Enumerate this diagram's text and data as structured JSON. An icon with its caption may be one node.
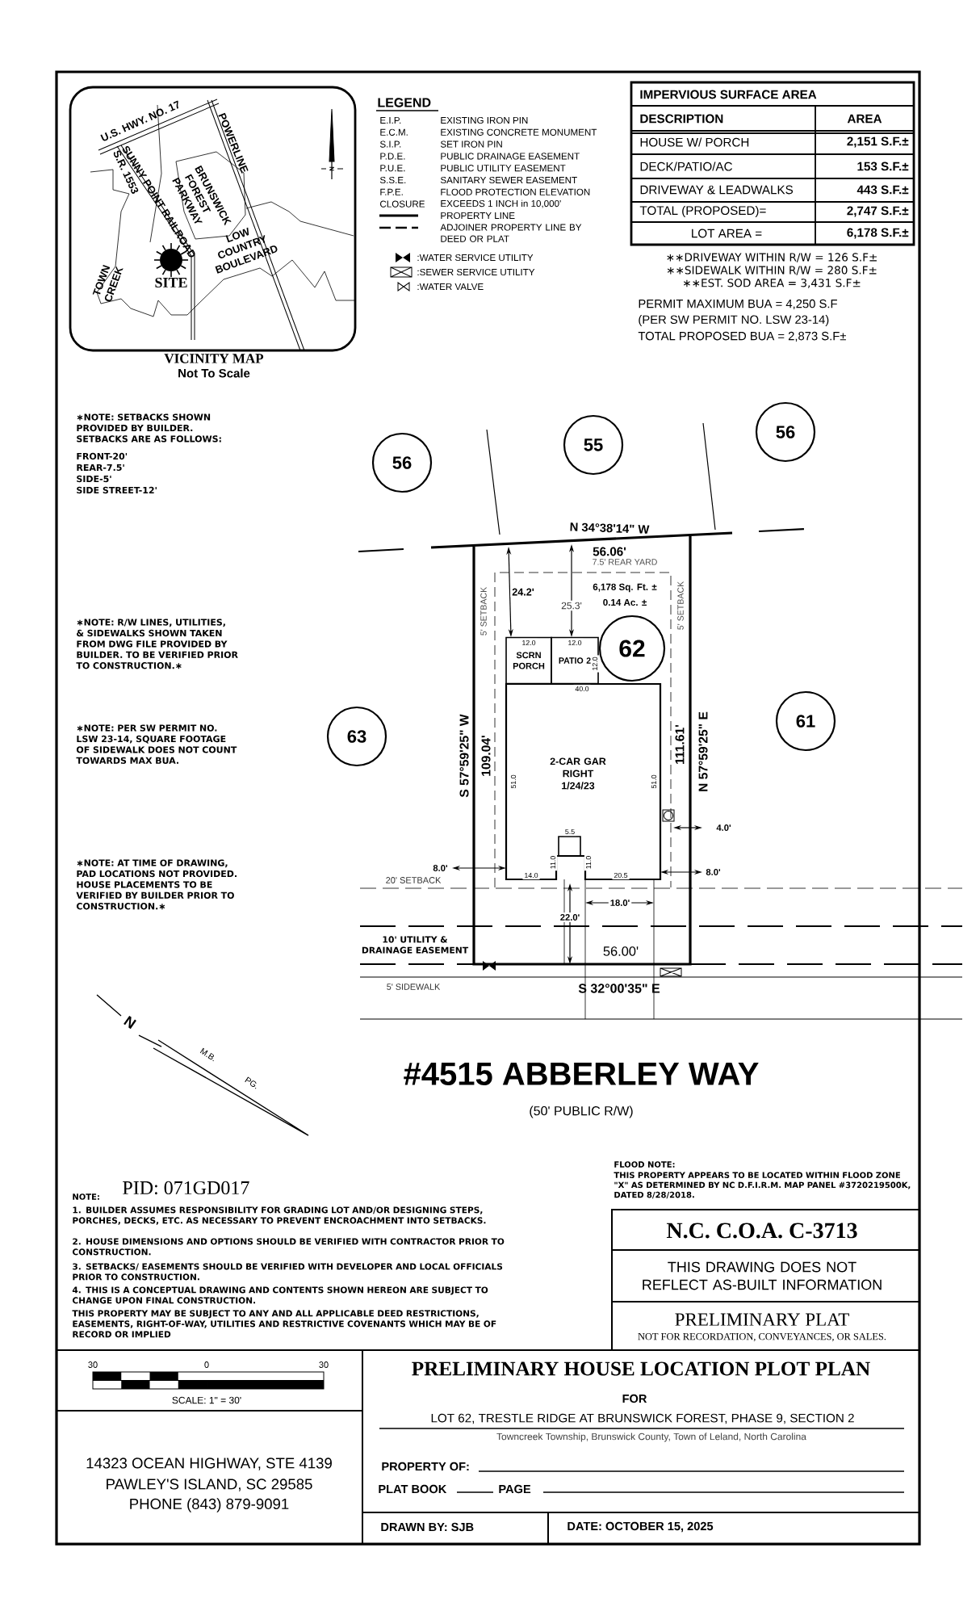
{
  "diagram": {
    "title": "PRELIMINARY HOUSE LOCATION PLOT PLAN",
    "nodes": [
      {
        "text": [
          "56"
        ]
      },
      {
        "text": [
          "55"
        ]
      },
      {
        "text": [
          "56"
        ]
      },
      {
        "text": [
          "62"
        ]
      },
      {
        "text": [
          "SCRN PORCH"
        ]
      },
      {
        "text": [
          "PATIO 2"
        ]
      },
      {
        "text": [
          "63"
        ]
      },
      {
        "text": [
          "61"
        ]
      },
      {
        "text": [
          "2-CAR GAR RIGHT 1/24/23"
        ]
      }
    ],
    "labels": [
      "U.S. HWY. NO. 17",
      "POWERLINE",
      "S.R. 1553",
      "SUNNY POINT RAILROAD",
      "BRUNSWICK FOREST PARKWAY",
      "LOW COUNTRY BOULEVARD",
      "SITE",
      "TOWN CREEK",
      "N",
      "VICINITY MAP",
      "Not To Scale",
      "LEGEND",
      "E.I.P.",
      "EXISTING IRON PIN",
      "E.C.M.",
      "EXISTING CONCRETE MONUMENT",
      "S.I.P.",
      "SET IRON PIN",
      "P.D.E.",
      "PUBLIC DRAINAGE EASEMENT",
      "P.U.E.",
      "PUBLIC UTILITY EASEMENT",
      "S.S.E.",
      "SANITARY SEWER EASEMENT",
      "F.P.E.",
      "FLOOD PROTECTION ELEVATION",
      "CLOSURE",
      "EXCEEDS 1 INCH in 10,000'",
      "IMPERVIOUS SURFACE AREA",
      "DESCRIPTION",
      "AREA",
      "HOUSE W/ PORCH",
      "2,151 S.F.±",
      "DECK/PATIO/AC",
      "153 S.F.±",
      "DRIVEWAY & LEADWALKS",
      "443 S.F.±",
      "TOTAL (PROPOSED)=",
      "2,747 S.F.±",
      "LOT AREA =",
      "6,178 S.F.±",
      "∗∗DRIVEWAY WITHIN R/W = 126 S.F±",
      "∗∗SIDEWALK WITHIN R/W = 280 S.F±",
      "∗∗EST. SOD AREA = 3,431 S.F±",
      "PERMIT MAXIMUM BUA = 4,250 S.F",
      "(PER SW PERMIT NO. LSW 23-14)",
      "TOTAL PROPOSED BUA = 2,873 S.F±",
      "∗NOTE: SETBACKS SHOWN PROVIDED BY BUILDER. SETBACKS ARE AS FOLLOWS:",
      "FRONT-20'",
      "REAR-7.5'",
      "SIDE-5'",
      "SIDE STREET-12'",
      "∗NOTE: R/W LINES, UTILITIES, & SIDEWALKS SHOWN TAKEN FROM DWG FILE PROVIDED BY BUILDER. TO BE VERIFIED PRIOR TO CONSTRUCTION.∗",
      "∗NOTE: PER SW PERMIT NO. LSW 23-14, SQUARE FOOTAGE OF SIDEWALK DOES NOT COUNT TOWARDS MAX BUA.",
      "∗NOTE: AT TIME OF DRAWING, PAD LOCATIONS NOT PROVIDED. HOUSE PLACEMENTS TO BE VERIFIED BY BUILDER PRIOR TO CONSTRUCTION.∗",
      "N 34°38'14\" W",
      "56.06'",
      "7.5' REAR YARD",
      "5' SETBACK",
      "5' SETBACK",
      "24.2'",
      "25.3'",
      "6,178 Sq. Ft. ±",
      "0.14 Ac. ±",
      "12.0",
      "12.0",
      "12.0",
      "40.0",
      "51.0",
      "51.0",
      "S 57°59'25\" W",
      "109.04'",
      "111.61'",
      "N 57°59'25\" E",
      "4.0'",
      "5.5",
      "11.0",
      "11.0",
      "8.0'",
      "8.0'",
      "14.0",
      "20.5",
      "20' SETBACK",
      "18.0'",
      "22.0'",
      "10' UTILITY & DRAINAGE EASEMENT",
      "56.00'",
      "5' SIDEWALK",
      "S 32°00'35\" E",
      "N",
      "M.B.",
      "PG.",
      "#4515 ABBERLEY WAY",
      "(50' PUBLIC R/W)",
      "FLOOD NOTE:",
      "THIS PROPERTY APPEARS TO BE LOCATED WITHIN FLOOD ZONE \"X\" AS DETERMINED BY NC D.F.I.R.M. MAP PANEL #3720219500K, DATED 8/28/2018.",
      "NOTE:",
      "PID: 071GD017",
      "1. BUILDER ASSUMES RESPONSIBILITY FOR GRADING LOT AND/OR DESIGNING STEPS, PORCHES, DECKS, ETC. AS NECESSARY TO PREVENT ENCROACHMENT INTO SETBACKS.",
      "2. HOUSE DIMENSIONS AND OPTIONS SHOULD BE VERIFIED WITH CONTRACTOR PRIOR TO CONSTRUCTION.",
      "3. SETBACKS/ EASEMENTS SHOULD BE VERIFIED WITH DEVELOPER AND LOCAL OFFICIALS PRIOR TO CONSTRUCTION.",
      "4. THIS IS A CONCEPTUAL DRAWING AND CONTENTS SHOWN HEREON ARE SUBJECT TO CHANGE UPON FINAL CONSTRUCTION.",
      "THIS PROPERTY MAY BE SUBJECT TO ANY AND ALL APPLICABLE DEED RESTRICTIONS, EASEMENTS, RIGHT-OF-WAY, UTILITIES AND RESTRICTIVE COVENANTS WHICH MAY BE OF RECORD OR IMPLIED",
      "N.C. C.O.A. C-3713",
      "THIS DRAWING DOES NOT REFLECT AS-BUILT INFORMATION",
      "PRELIMINARY PLAT",
      "NOT FOR RECORDATION, CONVEYANCES, OR SALES.",
      "30",
      "0",
      "30",
      "SCALE: 1\" = 30'",
      "14323 OCEAN HIGHWAY, STE 4139",
      "PAWLEY'S ISLAND, SC 29585",
      "PHONE (843) 879-9091",
      "FOR",
      "LOT 62, TRESTLE RIDGE AT BRUNSWICK FOREST, PHASE 9, SECTION 2",
      "Towncreek Township, Brunswick County, Town of Leland, North Carolina",
      "PROPERTY OF:",
      "PLAT BOOK",
      "PAGE",
      "DRAWN BY: SJB",
      "DATE: OCTOBER 15, 2025"
    ],
    "legend": [
      {
        "text": "PROPERTY LINE"
      },
      {
        "text": "ADJOINER PROPERTY LINE BY DEED OR PLAT"
      },
      {
        "text": ":WATER SERVICE UTILITY"
      },
      {
        "text": ":SEWER SERVICE UTILITY"
      },
      {
        "text": ":WATER VALVE"
      }
    ]
  }
}
